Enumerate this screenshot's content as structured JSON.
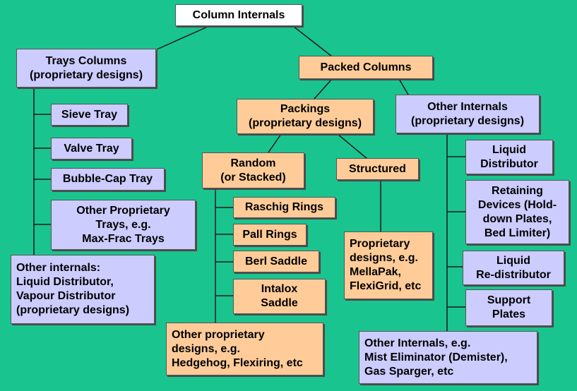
{
  "colors": {
    "background": "#1ac48f",
    "root_box": "#ffffff",
    "trays_and_other_internals_boxes": "#ccccff",
    "packed_boxes": "#ffcc99",
    "lines": "#1a1a1a"
  },
  "nodes": {
    "root": "Column Internals",
    "trays": "Trays Columns\n(proprietary designs)",
    "sieve": "Sieve Tray",
    "valve": "Valve Tray",
    "bubble": "Bubble-Cap Tray",
    "other_prop_trays": "Other Proprietary\nTrays, e.g.\nMax-Frac Trays",
    "trays_other_internals": "Other internals:\nLiquid Distributor,\nVapour Distributor\n(proprietary designs)",
    "packed": "Packed Columns",
    "packings": "Packings\n(proprietary designs)",
    "random": "Random\n(or Stacked)",
    "structured": "Structured",
    "raschig": "Raschig Rings",
    "pall": "Pall Rings",
    "berl": "Berl Saddle",
    "intalox": "Intalox\nSaddle",
    "random_other": "Other proprietary\ndesigns,   e.g.\nHedgehog, Flexiring, etc",
    "structured_prop": "Proprietary\ndesigns, e.g.\nMellaPak,\nFlexiGrid, etc",
    "packed_other_internals": "Other Internals\n(proprietary designs)",
    "liquid_distributor": "Liquid\nDistributor",
    "retaining": "Retaining\nDevices (Hold-\ndown Plates,\nBed Limiter)",
    "redistributor": "Liquid\nRe-distributor",
    "support": "Support\nPlates",
    "other_internals_eg": "Other Internals, e.g.\nMist Eliminator (Demister),\nGas Sparger, etc"
  }
}
